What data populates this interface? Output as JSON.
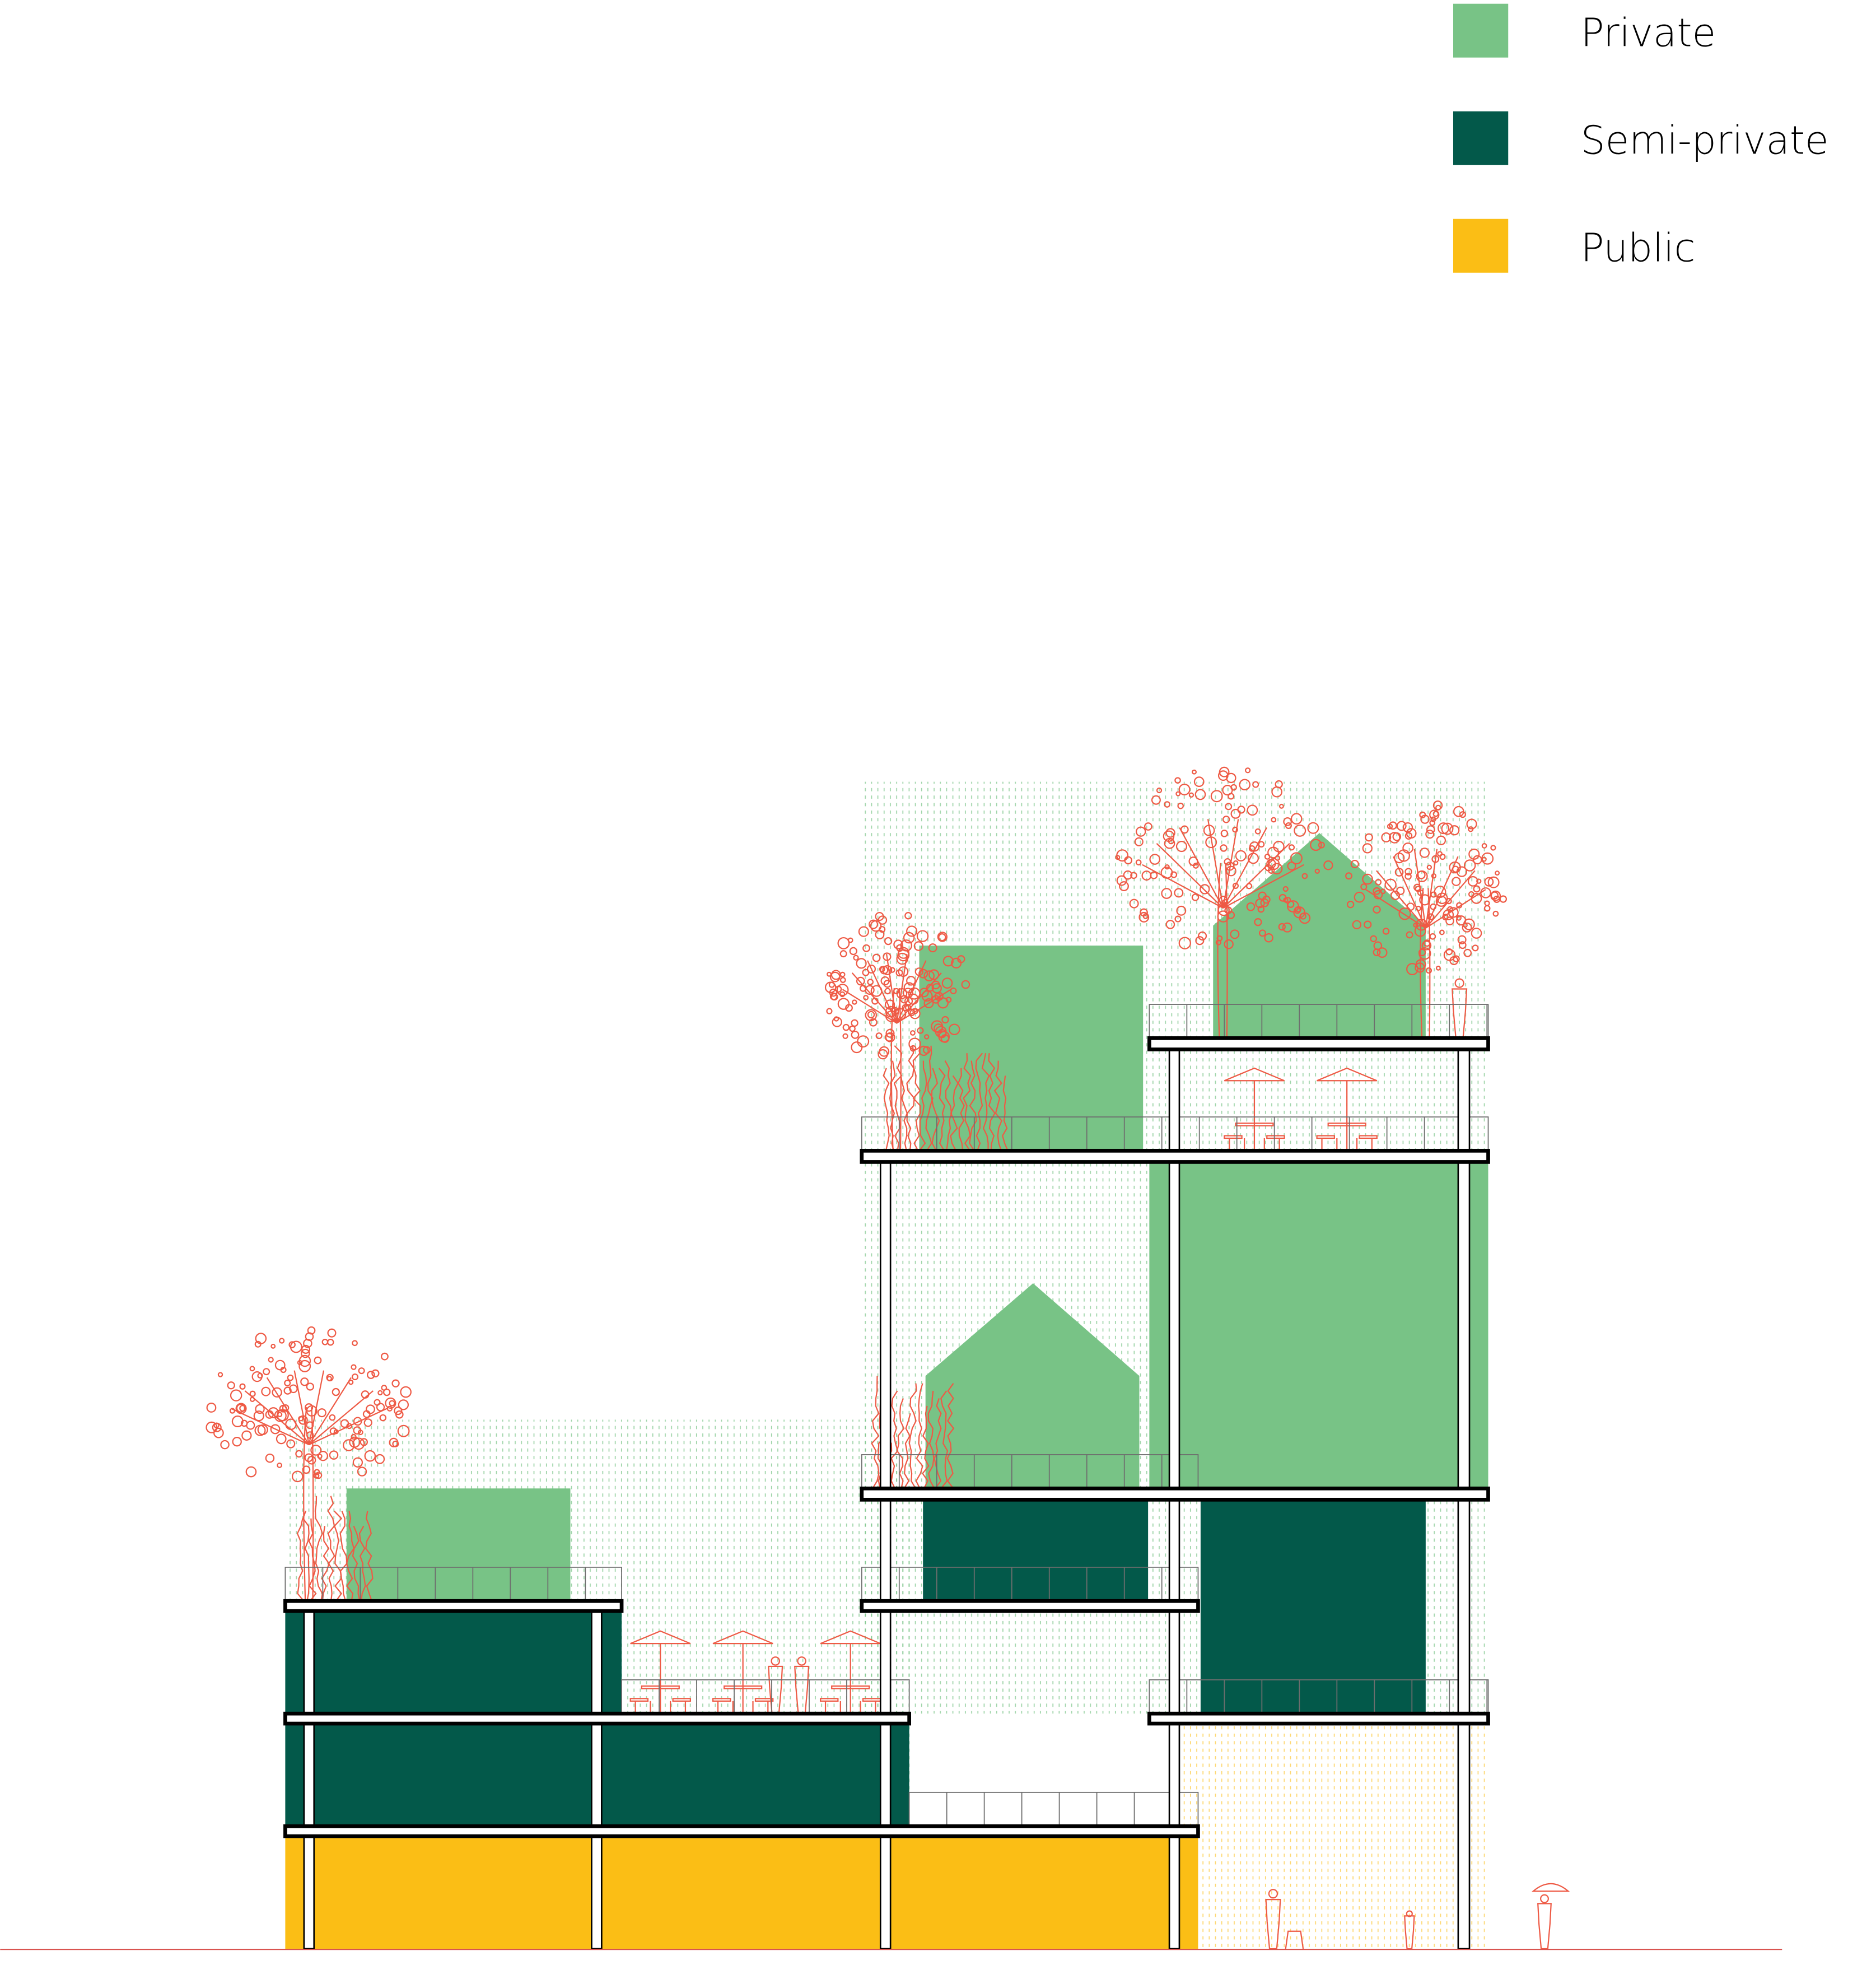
{
  "legend": {
    "items": [
      {
        "label": "Private",
        "color": "#78c386"
      },
      {
        "label": "Semi-private",
        "color": "#03594a"
      },
      {
        "label": "Public",
        "color": "#fbbe15"
      }
    ]
  },
  "colors": {
    "private": "#78c386",
    "semi_private": "#03594a",
    "public": "#fbbe15",
    "vegetation": "#ee5a45",
    "ground": "#d9534f"
  }
}
